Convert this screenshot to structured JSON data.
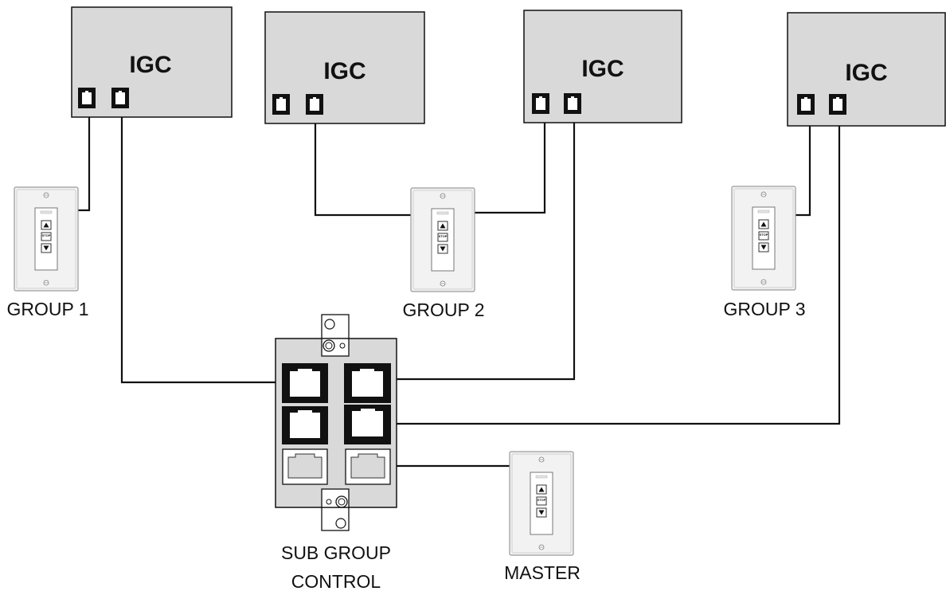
{
  "igc_units": [
    {
      "title": "IGC"
    },
    {
      "title": "IGC"
    },
    {
      "title": "IGC"
    },
    {
      "title": "IGC"
    }
  ],
  "switches": [
    {
      "label": "GROUP 1",
      "stop_label": "STOP"
    },
    {
      "label": "GROUP 2",
      "stop_label": "STOP"
    },
    {
      "label": "GROUP 3",
      "stop_label": "STOP"
    },
    {
      "label": "MASTER",
      "stop_label": "STOP"
    }
  ],
  "sub_group": {
    "label_line1": "SUB GROUP",
    "label_line2": "CONTROL"
  },
  "colors": {
    "box_fill": "#d9d9d9",
    "jack": "#111111",
    "line": "#111111",
    "plate": "#f0f0f0"
  }
}
